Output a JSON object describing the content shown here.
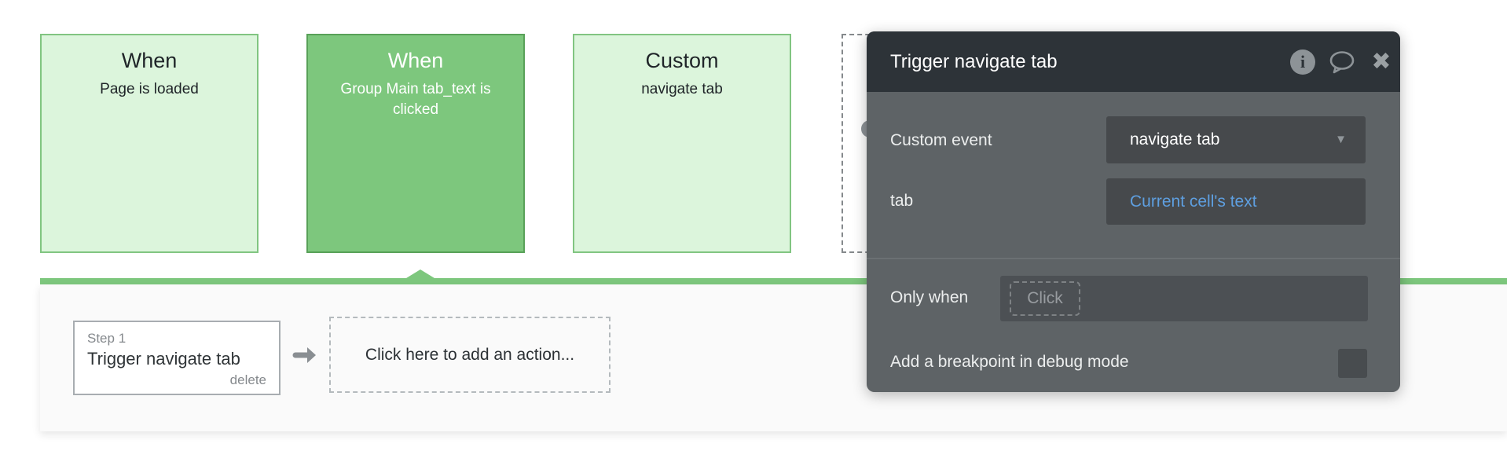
{
  "canvas": {
    "events": [
      {
        "title": "When",
        "subtitle": "Page is loaded"
      },
      {
        "title": "When",
        "subtitle": "Group Main tab_text is clicked"
      },
      {
        "title": "Custom",
        "subtitle": "navigate tab"
      },
      {
        "title": "",
        "subtitle": ""
      }
    ]
  },
  "popup": {
    "title": "Trigger navigate tab",
    "header_icons": [
      "info",
      "comment",
      "close"
    ],
    "close_glyph": "✖",
    "info_glyph": "i",
    "caret_glyph": "▼",
    "rows": {
      "custom_event": {
        "label": "Custom event",
        "value": "navigate tab"
      },
      "tab": {
        "label": "tab",
        "value": "Current cell's text"
      },
      "only_when": {
        "label": "Only when",
        "placeholder": "Click"
      },
      "breakpoint": {
        "label": "Add a breakpoint in debug mode",
        "checked": false
      }
    }
  },
  "action_bar": {
    "step": {
      "index_label": "Step 1",
      "title": "Trigger navigate tab",
      "delete_label": "delete"
    },
    "add_action_label": "Click here to add an action..."
  },
  "colors": {
    "event_green_light": "#dcf5dc",
    "event_green_selected": "#7dc77d",
    "event_border_green": "#81c581",
    "timeline_green": "#7dc77d",
    "popup_header_bg": "#2d3338",
    "popup_body_bg": "#5e6366",
    "popup_field_bg": "#46494c",
    "expression_blue": "#5e9fe0",
    "panel_bg": "#fafafa"
  }
}
